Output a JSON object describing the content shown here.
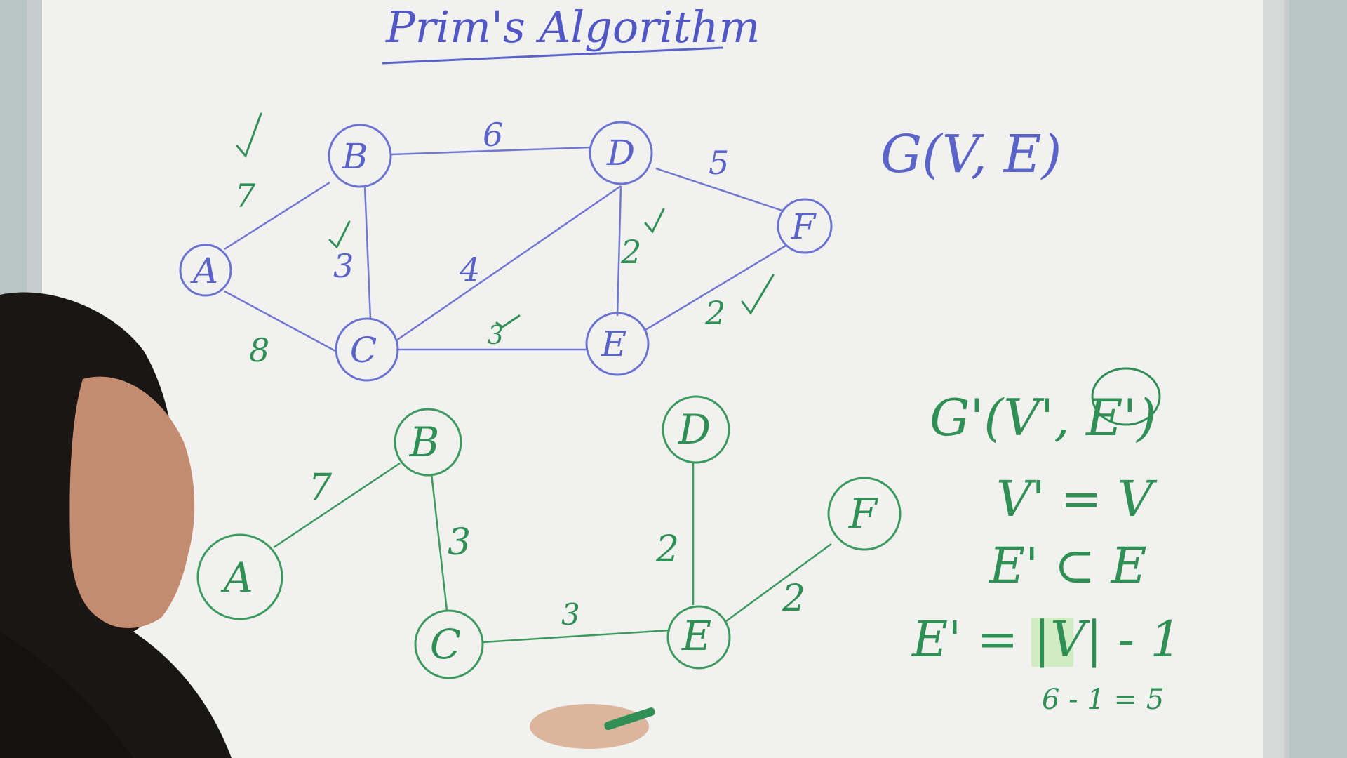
{
  "board": {
    "title": "Prim's Algorithm",
    "graph_label": "G(V, E)"
  },
  "colors": {
    "board": "#f3f4f1",
    "blue_marker": "#5a63c8",
    "green_marker": "#2f8f55"
  },
  "original_graph": {
    "nodes": [
      "A",
      "B",
      "C",
      "D",
      "E",
      "F"
    ],
    "edges": [
      {
        "from": "A",
        "to": "B",
        "weight": "7"
      },
      {
        "from": "A",
        "to": "C",
        "weight": "8"
      },
      {
        "from": "B",
        "to": "D",
        "weight": "6"
      },
      {
        "from": "B",
        "to": "C",
        "weight": "3"
      },
      {
        "from": "C",
        "to": "D",
        "weight": "4"
      },
      {
        "from": "C",
        "to": "E",
        "weight": "3"
      },
      {
        "from": "D",
        "to": "E",
        "weight": "2"
      },
      {
        "from": "D",
        "to": "F",
        "weight": "5"
      },
      {
        "from": "E",
        "to": "F",
        "weight": "2"
      }
    ]
  },
  "spanning_tree": {
    "nodes": [
      "A",
      "B",
      "C",
      "D",
      "E",
      "F"
    ],
    "edges": [
      {
        "from": "A",
        "to": "B",
        "weight": "7"
      },
      {
        "from": "B",
        "to": "C",
        "weight": "3"
      },
      {
        "from": "C",
        "to": "E",
        "weight": "3"
      },
      {
        "from": "D",
        "to": "E",
        "weight": "2"
      },
      {
        "from": "E",
        "to": "F",
        "weight": "2"
      }
    ]
  },
  "notes": {
    "subgraph": "G'(V', E')",
    "vertex_equal": "V' = V",
    "edge_subset": "E' ⊂ E",
    "edge_count": "E' = |V| - 1",
    "calc": "6 - 1 = 5"
  }
}
